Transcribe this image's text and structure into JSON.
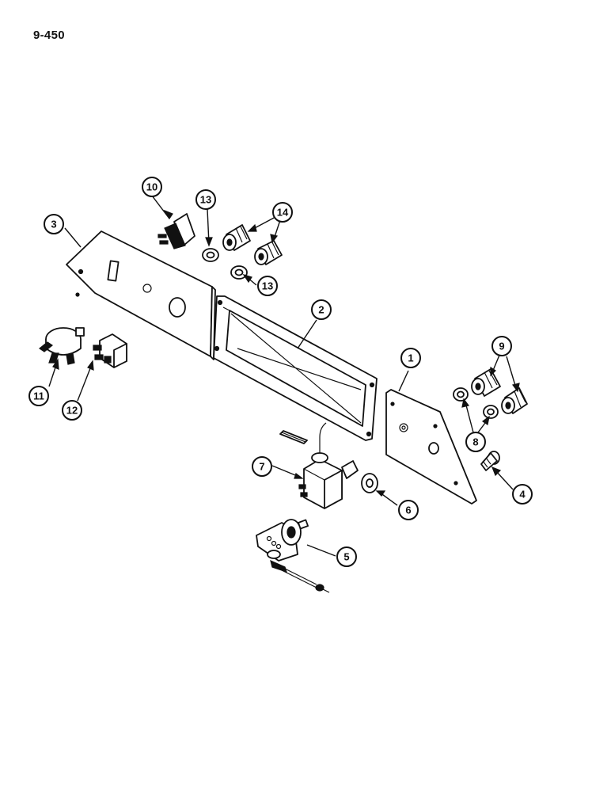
{
  "page": {
    "number": "9-450"
  },
  "colors": {
    "ink": "#111111",
    "paper": "#ffffff"
  },
  "callouts": [
    {
      "id": "c1",
      "label": "1",
      "part": "right-panel"
    },
    {
      "id": "c2",
      "label": "2",
      "part": "frame-gasket"
    },
    {
      "id": "c3",
      "label": "3",
      "part": "left-panel"
    },
    {
      "id": "c4",
      "label": "4",
      "part": "screw"
    },
    {
      "id": "c5",
      "label": "5",
      "part": "control-lever-bracket"
    },
    {
      "id": "c6",
      "label": "6",
      "part": "washer"
    },
    {
      "id": "c7",
      "label": "7",
      "part": "control-valve"
    },
    {
      "id": "c8",
      "label": "8",
      "part": "nuts"
    },
    {
      "id": "c9",
      "label": "9",
      "part": "knobs"
    },
    {
      "id": "c10",
      "label": "10",
      "part": "rocker-switch"
    },
    {
      "id": "c11",
      "label": "11",
      "part": "rotary-switch"
    },
    {
      "id": "c12",
      "label": "12",
      "part": "blower-switch"
    },
    {
      "id": "c13a",
      "label": "13",
      "part": "nut-upper"
    },
    {
      "id": "c13b",
      "label": "13",
      "part": "nut-lower"
    },
    {
      "id": "c14",
      "label": "14",
      "part": "knobs-upper"
    }
  ]
}
